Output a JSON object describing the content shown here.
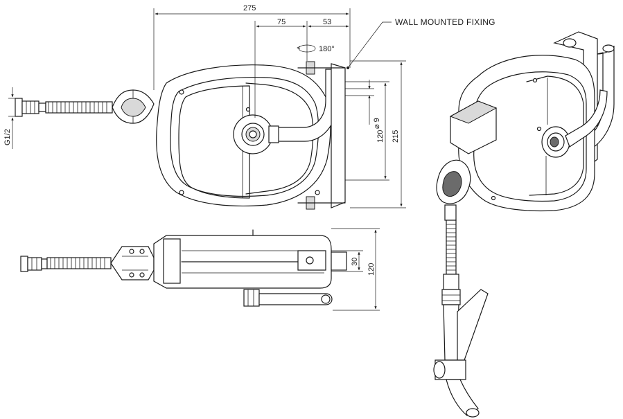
{
  "dimensions": {
    "overall_width": "275",
    "offset_75": "75",
    "offset_53": "53",
    "rotation": "180°",
    "hole_dia": "⌀ 9",
    "bracket_height_120": "120",
    "overall_height": "215",
    "thread": "G1/2",
    "bottom_slot": "30",
    "bottom_depth": "120"
  },
  "labels": {
    "wall_fixing": "WALL MOUNTED FIXING"
  }
}
